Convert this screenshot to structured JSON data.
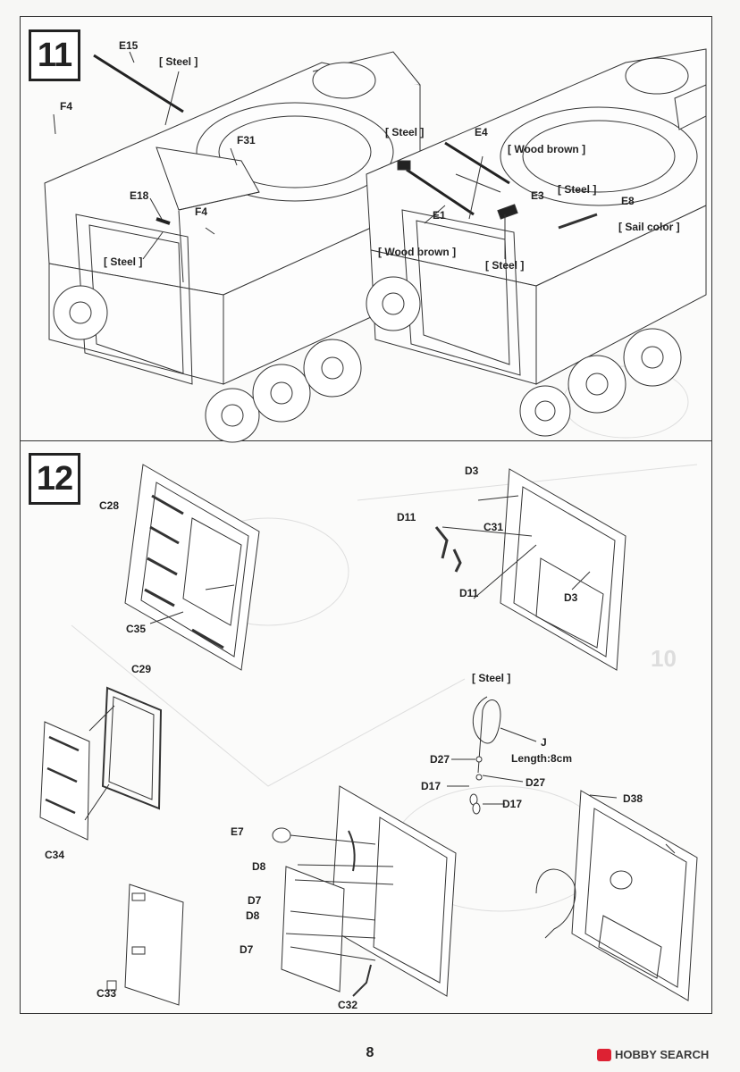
{
  "page": {
    "number": "8"
  },
  "watermark": {
    "text": "HOBBY SEARCH",
    "icon": "hobbysearch-logo-icon"
  },
  "steps": [
    {
      "number": "11",
      "labels": {
        "e15": "E15",
        "steel_top": "[ Steel ]",
        "f4_left": "F4",
        "f31": "F31",
        "e18": "E18",
        "f4_mid": "F4",
        "steel_left": "[ Steel ]",
        "steel_right_top": "[ Steel ]",
        "e4": "E4",
        "wood_brown_top": "[ Wood brown ]",
        "e3": "E3",
        "steel_e8": "[ Steel ]",
        "e8": "E8",
        "sail_color": "[ Sail color ]",
        "e1": "E1",
        "wood_brown_bottom": "[ Wood brown ]",
        "steel_bottom": "[ Steel ]"
      }
    },
    {
      "number": "12",
      "labels": {
        "c28": "C28",
        "c35": "C35",
        "d3_top": "D3",
        "d11_a": "D11",
        "c31": "C31",
        "d11_b": "D11",
        "d3_b": "D3",
        "c29": "C29",
        "c34": "C34",
        "steel": "[ Steel ]",
        "j": "J",
        "length": "Length:8cm",
        "d27_a": "D27",
        "d17_a": "D17",
        "d27_b": "D27",
        "d17_b": "D17",
        "d38": "D38",
        "e7": "E7",
        "d8_a": "D8",
        "d7_a": "D7",
        "d8_b": "D8",
        "d7_b": "D7",
        "c33": "C33",
        "c32": "C32"
      }
    }
  ],
  "colors": {
    "line": "#333333",
    "faint": "#cfcfcf"
  }
}
